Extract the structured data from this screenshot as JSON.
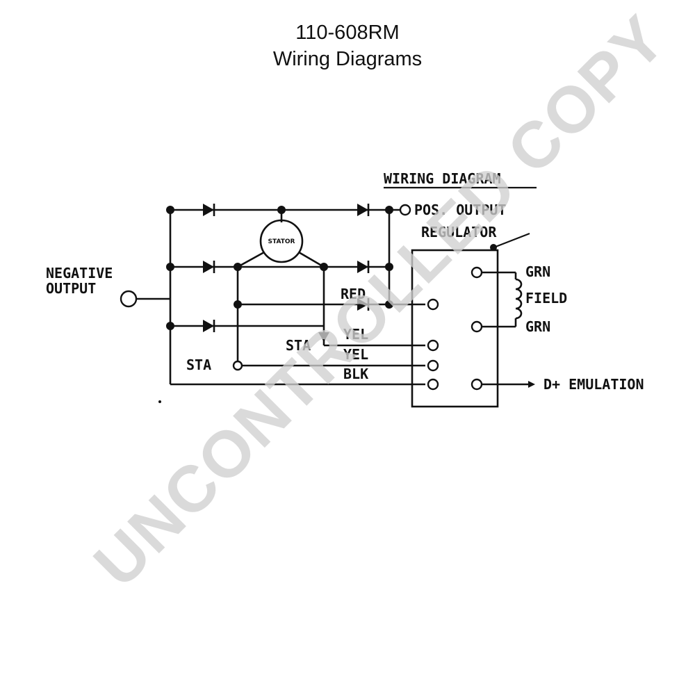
{
  "header": {
    "model": "110-608RM",
    "title": "Wiring Diagrams"
  },
  "diagram": {
    "heading": "WIRING DIAGRAM",
    "labels": {
      "negative_line1": "NEGATIVE",
      "negative_line2": "OUTPUT",
      "pos_output": "POS. OUTPUT",
      "regulator": "REGULATOR",
      "grn_top": "GRN",
      "field": "FIELD",
      "grn_bottom": "GRN",
      "red": "RED",
      "yel_1": "YEL",
      "yel_2": "YEL",
      "blk": "BLK",
      "sta_left": "STA",
      "sta_mid": "STA",
      "d_plus": "D+ EMULATION",
      "stator": "STATOR"
    }
  },
  "watermark": {
    "text": "UNCONTROLLED COPY"
  },
  "colors": {
    "ink": "#111111",
    "watermark": "#cfcfcf",
    "background": "#ffffff"
  }
}
